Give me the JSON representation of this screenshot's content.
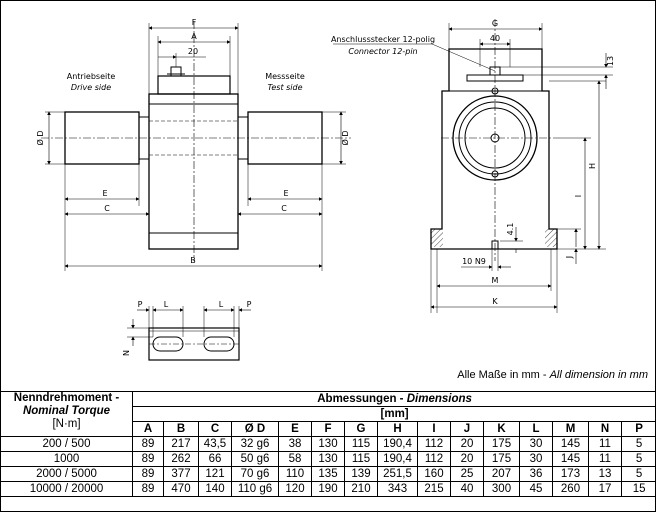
{
  "labels": {
    "drive_de": "Antriebseite",
    "drive_en": "Drive side",
    "test_de": "Messseite",
    "test_en": "Test side",
    "connector_de": "Anschlussstecker 12-polig",
    "connector_en": "Connector 12-pin",
    "dim_F": "F",
    "dim_A": "A",
    "dim_20": "20",
    "dim_G": "G",
    "dim_40": "40",
    "dim_13": "13",
    "dim_D_left": "Ø D",
    "dim_D_right": "Ø D",
    "dim_E_left": "E",
    "dim_C_left": "C",
    "dim_E_right": "E",
    "dim_C_right": "C",
    "dim_B": "B",
    "dim_H": "H",
    "dim_I": "I",
    "dim_J": "J",
    "dim_41": "4.1",
    "dim_keyway": "10 N9",
    "dim_M": "M",
    "dim_K": "K",
    "dim_P1": "P",
    "dim_L1": "L",
    "dim_L2": "L",
    "dim_P2": "P",
    "dim_N": "N"
  },
  "note": {
    "de": "Alle Maße in mm - ",
    "en": "All dimension in mm"
  },
  "table": {
    "head_left_l1": "Nenndrehmoment -",
    "head_left_l2": "Nominal Torque",
    "head_left_l3": "[N·m]",
    "dim_de": "Abmessungen - ",
    "dim_en": "Dimensions",
    "dim_unit": "[mm]",
    "columns": [
      "A",
      "B",
      "C",
      "Ø D",
      "E",
      "F",
      "G",
      "H",
      "I",
      "J",
      "K",
      "L",
      "M",
      "N",
      "P"
    ],
    "rows": [
      {
        "torque": "200 / 500",
        "values": [
          "89",
          "217",
          "43,5",
          "32 g6",
          "38",
          "130",
          "115",
          "190,4",
          "112",
          "20",
          "175",
          "30",
          "145",
          "11",
          "5"
        ]
      },
      {
        "torque": "1000",
        "values": [
          "89",
          "262",
          "66",
          "50 g6",
          "58",
          "130",
          "115",
          "190,4",
          "112",
          "20",
          "175",
          "30",
          "145",
          "11",
          "5"
        ]
      },
      {
        "torque": "2000 / 5000",
        "values": [
          "89",
          "377",
          "121",
          "70 g6",
          "110",
          "135",
          "139",
          "251,5",
          "160",
          "25",
          "207",
          "36",
          "173",
          "13",
          "5"
        ]
      },
      {
        "torque": "10000 / 20000",
        "values": [
          "89",
          "470",
          "140",
          "110 g6",
          "120",
          "190",
          "210",
          "343",
          "215",
          "40",
          "300",
          "45",
          "260",
          "17",
          "15"
        ]
      }
    ]
  }
}
